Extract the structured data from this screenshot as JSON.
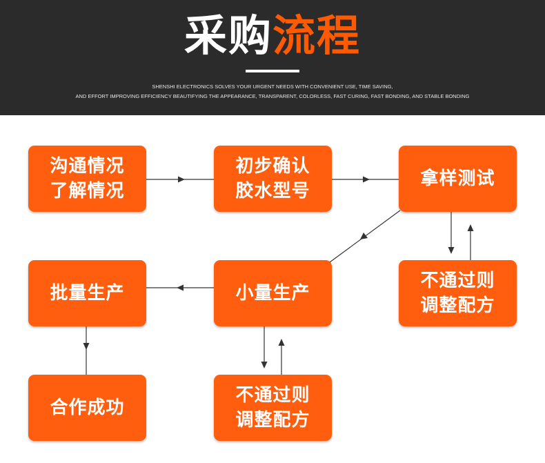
{
  "header": {
    "title_part1": "采购",
    "title_part2": "流程",
    "subtitle_line1": "SHENSHI ELECTRONICS SOLVES YOUR URGENT NEEDS WITH CONVENIENT USE, TIME SAVING,",
    "subtitle_line2": "AND EFFORT IMPROVING EFFICIENCY BEAUTIFYING THE APPEARANCE, TRANSPARENT, COLORLESS, FAST CURING, FAST BONDING, AND STABLE BONDING"
  },
  "steps": {
    "step1": {
      "line1": "沟通情况",
      "line2": "了解情况"
    },
    "step2": {
      "line1": "初步确认",
      "line2": "胶水型号"
    },
    "step3": {
      "line1": "拿样测试"
    },
    "step3_retry": {
      "line1": "不通过则",
      "line2": "调整配方"
    },
    "step4": {
      "line1": "小量生产"
    },
    "step4_retry": {
      "line1": "不通过则",
      "line2": "调整配方"
    },
    "step5": {
      "line1": "批量生产"
    },
    "step6": {
      "line1": "合作成功"
    }
  },
  "colors": {
    "header_bg": "#2b2b2b",
    "accent": "#ff5e0e",
    "arrow": "#333333"
  }
}
